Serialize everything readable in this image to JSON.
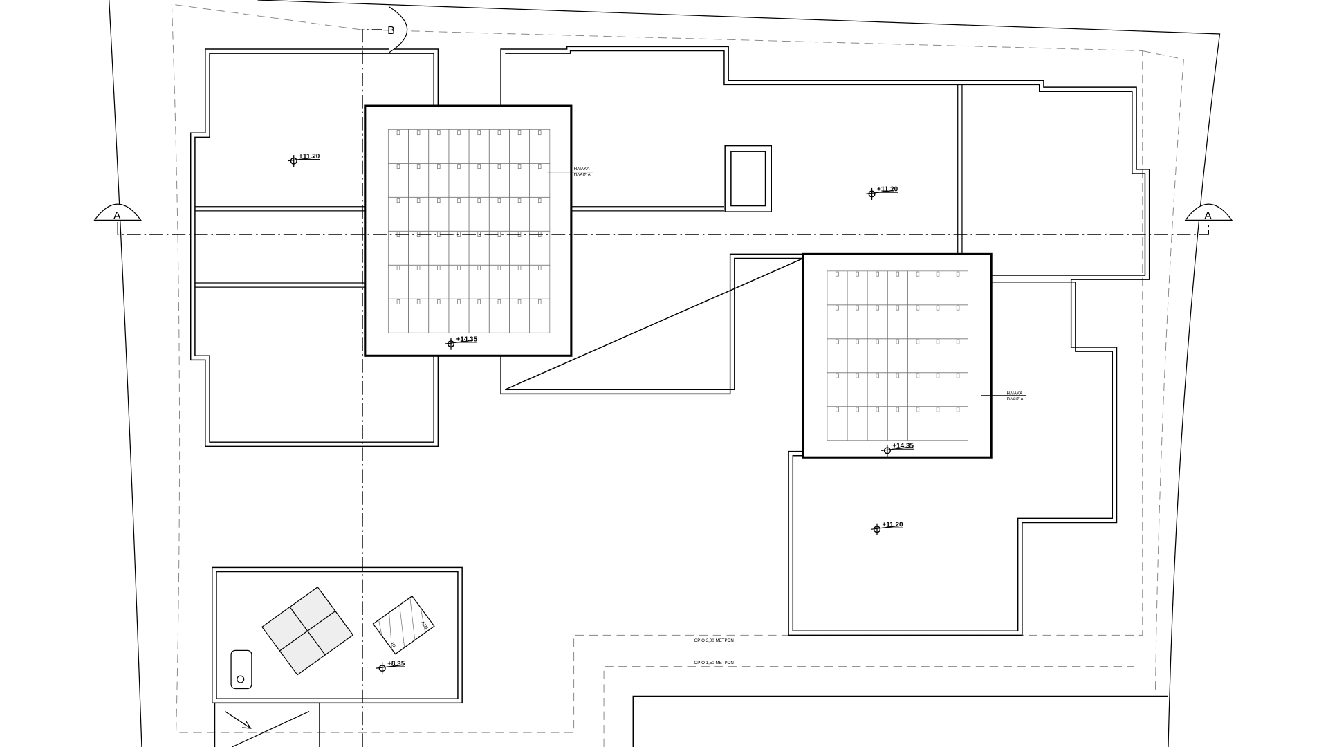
{
  "drawing": {
    "section_markers": {
      "a_left": "A",
      "a_right": "A",
      "b": "B"
    },
    "levels": {
      "roof_left": "+11.20",
      "roof_mid": "+11.20",
      "roof_right": "+11.20",
      "solar_left": "+14.35",
      "solar_right": "+14.35",
      "lower_roof": "+8.35"
    },
    "notes": {
      "solar_left": [
        "ΗΛΙΑΚΑ",
        "ΠΛΑΙΣΙΑ"
      ],
      "solar_right": [
        "ΗΛΙΑΚΑ",
        "ΠΛΑΙΣΙΑ"
      ],
      "setback_3": "ΟΡΙΟ 3,00 ΜΕΤΡΩΝ",
      "setback_15": "ΟΡΙΟ 1,50 ΜΕΤΡΩΝ",
      "tank_label": "ΑΖΝ",
      "tank_label2": "ΗΣ"
    },
    "solar_grids": {
      "left": {
        "cols": 8,
        "rows": 6
      },
      "right": {
        "cols": 7,
        "rows": 5
      }
    }
  }
}
